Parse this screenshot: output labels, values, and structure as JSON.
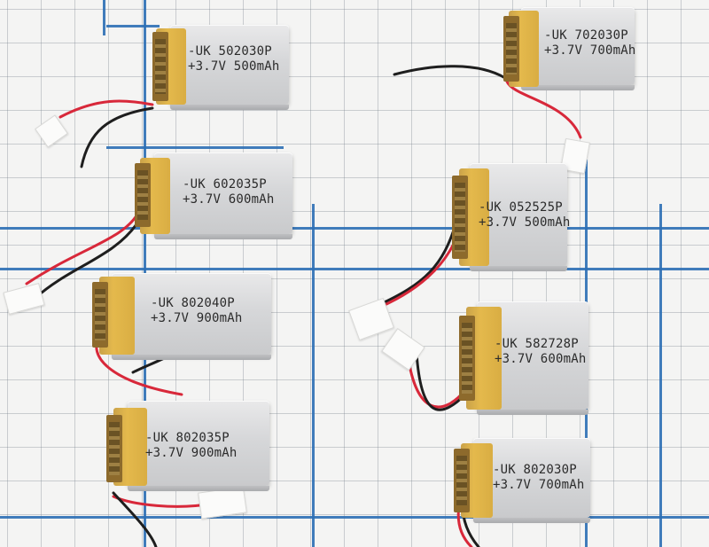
{
  "batteries": [
    {
      "model": "-UK 502030P",
      "spec": "+3.7V 500mAh"
    },
    {
      "model": "-UK 602035P",
      "spec": "+3.7V 600mAh"
    },
    {
      "model": "-UK 802040P",
      "spec": "+3.7V 900mAh"
    },
    {
      "model": "-UK 802035P",
      "spec": "+3.7V 900mAh"
    },
    {
      "model": "-UK 702030P",
      "spec": "+3.7V 700mAh"
    },
    {
      "model": "-UK 052525P",
      "spec": "+3.7V 500mAh"
    },
    {
      "model": "-UK 582728P",
      "spec": "+3.7V 600mAh"
    },
    {
      "model": "-UK 802030P",
      "spec": "+3.7V 700mAh"
    }
  ],
  "colors": {
    "grid_paper": "#f4f4f3",
    "grid_major_line": "#2c6fb5",
    "cell_silver": "#d6d7d9",
    "kapton_tape": "#e4b94c",
    "wire_red": "#d8283a",
    "wire_black": "#1e1e1e"
  }
}
